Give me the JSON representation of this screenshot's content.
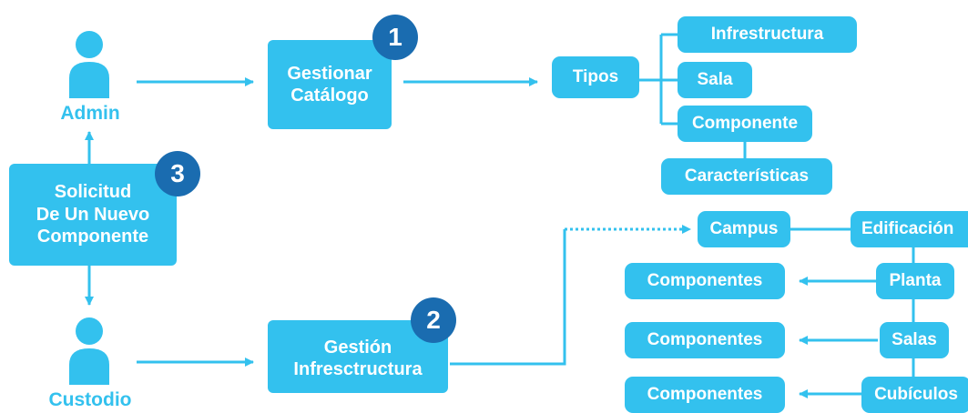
{
  "actors": {
    "admin": "Admin",
    "custodio": "Custodio"
  },
  "steps": {
    "catalogo": {
      "number": "1",
      "line1": "Gestionar",
      "line2": "Catálogo"
    },
    "infraestructura": {
      "number": "2",
      "line1": "Gestión",
      "line2": "Infresctructura"
    },
    "solicitud": {
      "number": "3",
      "line1": "Solicitud",
      "line2": "De Un Nuevo",
      "line3": "Componente"
    }
  },
  "tipos": {
    "label": "Tipos",
    "items": [
      "Infrestructura",
      "Sala",
      "Componente"
    ],
    "caracteristicas": "Características"
  },
  "infra_tree": {
    "campus": "Campus",
    "levels": [
      "Edificación",
      "Planta",
      "Salas",
      "Cubículos"
    ],
    "componentes": [
      "Componentes",
      "Componentes",
      "Componentes"
    ]
  },
  "colors": {
    "primary": "#33c1ee",
    "badge": "#1a6cb0",
    "text_on_primary": "#ffffff"
  }
}
